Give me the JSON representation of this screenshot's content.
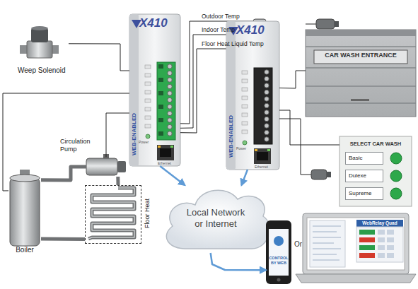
{
  "diagram": {
    "nodes": [
      {
        "text": [
          "Weep Solenoid"
        ]
      },
      {
        "text": [
          "Outdoor Temp"
        ]
      },
      {
        "text": [
          "Indoor Temp"
        ]
      },
      {
        "text": [
          "Floor Heat Liquid Temp"
        ]
      },
      {
        "text": [
          "X410",
          "WEB-ENABLED"
        ]
      },
      {
        "text": [
          "X410",
          "WEB-ENABLED"
        ]
      },
      {
        "text": [
          "CAR WASH ENTRANCE"
        ]
      },
      {
        "text": [
          "Circulation Pump"
        ]
      },
      {
        "text": [
          "SELECT CAR WASH"
        ]
      },
      {
        "text": [
          "Basic"
        ],
        "in": 8
      },
      {
        "text": [
          "Dulexe"
        ],
        "in": 8
      },
      {
        "text": [
          "Supreme"
        ],
        "in": 8
      },
      {
        "text": [
          "Floor Heat"
        ]
      },
      {
        "text": [
          "Boiler"
        ]
      },
      {
        "text": [
          "Local Network or Internet"
        ]
      },
      {
        "text": [
          "CONTROL BY WEB"
        ]
      },
      {
        "text": [
          "WebRelay Quad"
        ]
      }
    ],
    "edges": [
      {
        "from": 0,
        "to": 4,
        "arrow": "none"
      },
      {
        "from": 4,
        "to": 1,
        "arrow": "none"
      },
      {
        "from": 4,
        "to": 2,
        "arrow": "none"
      },
      {
        "from": 4,
        "to": 3,
        "arrow": "none"
      },
      {
        "from": 13,
        "to": 4,
        "arrow": "none"
      },
      {
        "from": 7,
        "to": 4,
        "arrow": "none"
      },
      {
        "from": 13,
        "to": 7,
        "arrow": "none"
      },
      {
        "from": 7,
        "to": 12,
        "arrow": "none"
      },
      {
        "from": 12,
        "to": 13,
        "arrow": "none"
      },
      {
        "from": 5,
        "to": 6,
        "arrow": "none"
      },
      {
        "from": 5,
        "to": 8,
        "arrow": "none"
      },
      {
        "from": 4,
        "to": 14,
        "arrow": "to"
      },
      {
        "from": 5,
        "to": 14,
        "arrow": "to"
      },
      {
        "from": 14,
        "to": 15,
        "arrow": "to"
      }
    ],
    "labels": [
      "Power",
      "Ethernet",
      "Power",
      "Ethernet",
      "Or"
    ]
  }
}
